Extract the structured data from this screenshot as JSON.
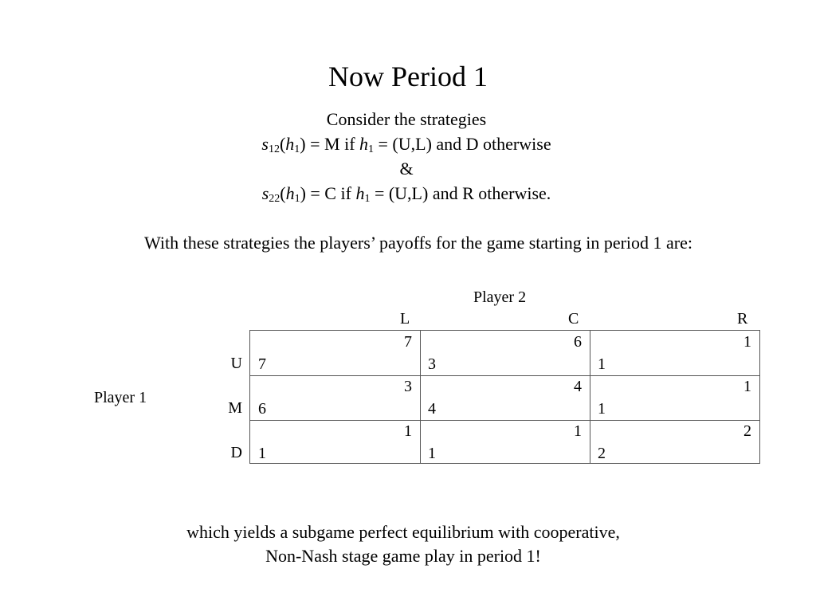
{
  "title": "Now Period 1",
  "intro": "Consider the strategies",
  "strategy1": {
    "fn": "s",
    "fn_sub": "12",
    "arg": "h",
    "arg_sub": "1",
    "mid": ") = M if ",
    "cond_var": "h",
    "cond_sub": "1",
    "rest": " = (U,L) and D otherwise"
  },
  "conjunction": "&",
  "strategy2": {
    "fn": "s",
    "fn_sub": "22",
    "arg": "h",
    "arg_sub": "1",
    "mid": ") = C if ",
    "cond_var": "h",
    "cond_sub": "1",
    "rest": " = (U,L) and R otherwise."
  },
  "payoff_intro": "With these strategies the players’ payoffs for the game starting in period 1 are:",
  "game": {
    "player2_label": "Player 2",
    "player1_label": "Player 1",
    "columns": [
      "L",
      "C",
      "R"
    ],
    "rows": [
      {
        "label": "U",
        "cells": [
          {
            "p1": "7",
            "p2": "7"
          },
          {
            "p1": "3",
            "p2": "6"
          },
          {
            "p1": "1",
            "p2": "1"
          }
        ]
      },
      {
        "label": "M",
        "cells": [
          {
            "p1": "6",
            "p2": "3"
          },
          {
            "p1": "4",
            "p2": "4"
          },
          {
            "p1": "1",
            "p2": "1"
          }
        ]
      },
      {
        "label": "D",
        "cells": [
          {
            "p1": "1",
            "p2": "1"
          },
          {
            "p1": "1",
            "p2": "1"
          },
          {
            "p1": "2",
            "p2": "2"
          }
        ]
      }
    ]
  },
  "conclusion": [
    "which yields a subgame perfect equilibrium with cooperative,",
    "Non-Nash stage game play in period 1!"
  ]
}
